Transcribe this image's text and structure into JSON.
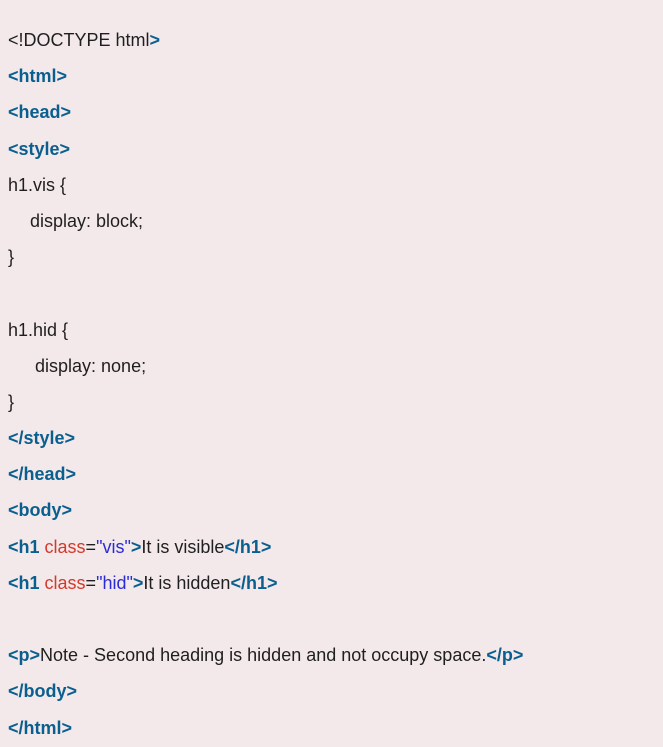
{
  "code": {
    "doctype_text": "<!DOCTYPE html",
    "doctype_close": ">",
    "html_open": "<html>",
    "head_open": "<head>",
    "style_open": "<style>",
    "rule1_selector": "h1.vis {",
    "rule1_decl": "display: block;",
    "rule1_close": "}",
    "rule2_selector": "h1.hid {",
    "rule2_decl": "display: none;",
    "rule2_close": "}",
    "style_close": "</style>",
    "head_close": "</head>",
    "body_open": "<body>",
    "h1a": {
      "open": "<h1 ",
      "attr": "class",
      "eq": "=",
      "val": "\"vis\"",
      "gt": ">",
      "text": "It is visible",
      "close": "</h1>"
    },
    "h1b": {
      "open": "<h1 ",
      "attr": "class",
      "eq": "=",
      "val": "\"hid\"",
      "gt": ">",
      "text": "It is hidden",
      "close": "</h1>"
    },
    "p": {
      "open": "<p>",
      "text": "Note - Second heading is hidden and not occupy space.",
      "close": "</p>"
    },
    "body_close": "</body>",
    "html_close": "</html>"
  },
  "colors": {
    "background": "#f3e9ea",
    "tag": "#0a5f8f",
    "attribute": "#d33a2c",
    "value": "#2b2bd6",
    "text": "#1f1f1f"
  }
}
